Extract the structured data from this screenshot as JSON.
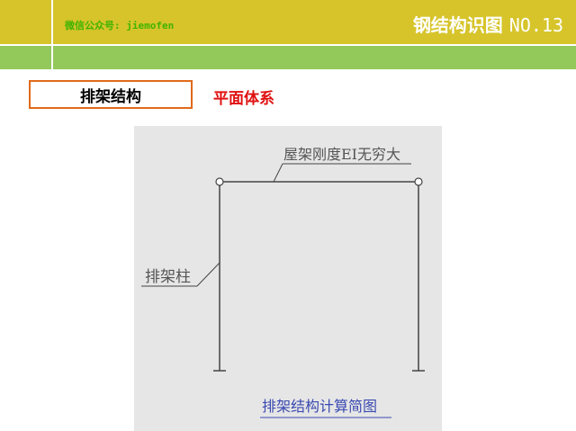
{
  "header": {
    "subtitle": "微信公众号: jiemofen",
    "title_text": "钢结构识图",
    "title_number": "NO.13"
  },
  "section": {
    "box_label": "排架结构",
    "red_label": "平面体系"
  },
  "diagram": {
    "roof_label": "屋架刚度EI无穷大",
    "column_label": "排架柱",
    "caption": "排架结构计算简图"
  },
  "colors": {
    "header": "#d6c42a",
    "strip": "#93c85a",
    "box_border": "#e06a1a",
    "red_text": "#e01010",
    "caption": "#3a4ab0"
  }
}
